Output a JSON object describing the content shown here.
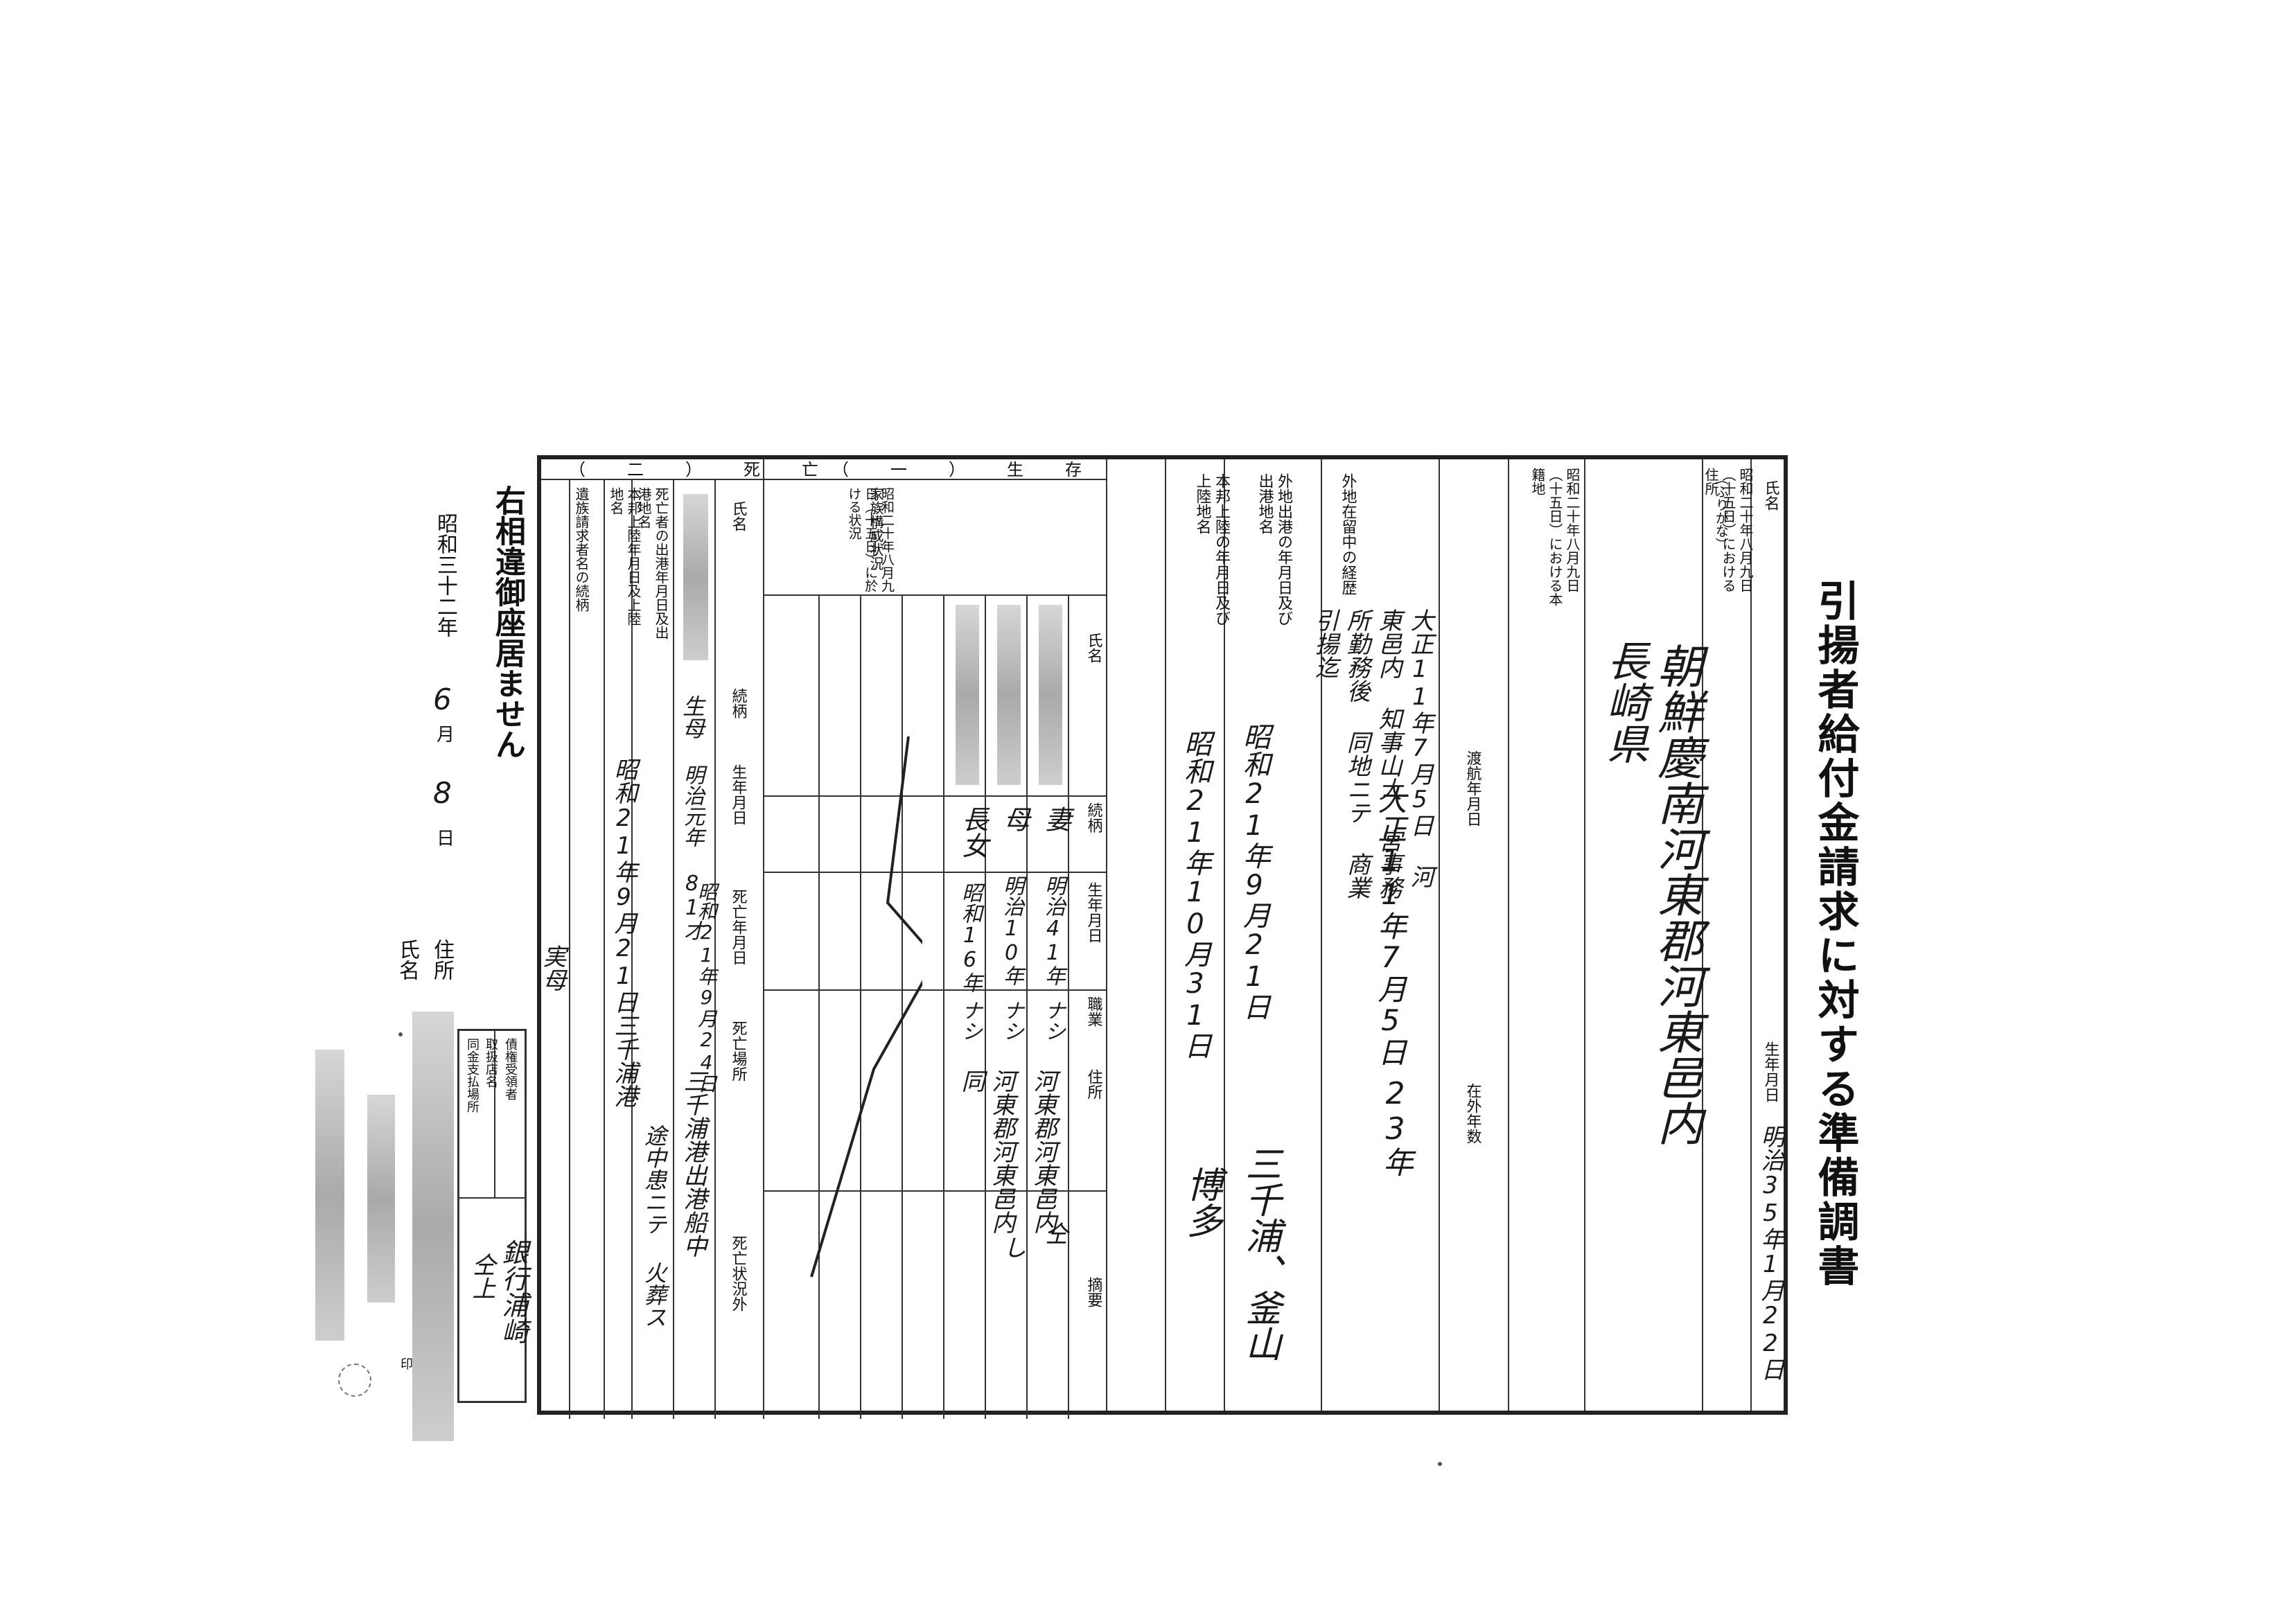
{
  "document_title": "引揚者給付金請求に対する準備調書",
  "header": {
    "name_label": "氏名",
    "furigana_label": "（ふりがな）",
    "birthdate_label": "生年月日",
    "birthdate_value": "明治35年1月22日",
    "address_label": "昭和二十年八月九日（十五日）における住所",
    "address_value": "朝鮮慶南河東郡河東邑内",
    "domicile_label": "昭和二十年八月九日（十五日）における本籍地",
    "domicile_value": "長崎県",
    "emigration_label": "渡航年月日",
    "emigration_value": "大正11年7月5日",
    "years_abroad_label": "在外年数",
    "years_abroad_value": "23年",
    "overseas_history_label": "外地在留中の経歴",
    "overseas_history_value": "大正11年7月5日 河東邑内 知事山大 宮事務所勤務後 同地ニテ 商業引揚迄",
    "departure_label": "外地出港の年月日及び出港地名",
    "departure_date": "昭和21年9月21日",
    "departure_port": "三千浦、釜山",
    "arrival_label": "本邦上陸の年月日及び上陸地名",
    "arrival_date": "昭和21年10月31日",
    "arrival_port": "博多"
  },
  "section_living": {
    "title": "（一）生存",
    "family_label": "家族構成状況",
    "situation_label": "昭和二十年八月九日（十五日）に於ける状況",
    "columns": [
      "氏名",
      "続柄",
      "生年月日",
      "職業",
      "住所",
      "摘要"
    ],
    "rows": [
      {
        "relation": "妻",
        "birth": "明治41年",
        "occupation": "ナシ",
        "address": "河東郡河東邑内",
        "note": "仝"
      },
      {
        "relation": "母",
        "birth": "明治10年",
        "occupation": "ナシ",
        "address": "河東郡河東邑内",
        "note": "し"
      },
      {
        "relation": "長女",
        "birth": "昭和16年",
        "occupation": "ナシ",
        "address": "同",
        "note": ""
      }
    ]
  },
  "section_dead": {
    "title": "（二）死亡",
    "columns": [
      "氏名",
      "続柄",
      "生年月日",
      "死亡年月日",
      "死亡場所",
      "死亡状況外"
    ],
    "row": {
      "relation": "生母",
      "birth": "明治元年 81才",
      "death_date": "昭和21年9月24日",
      "death_place": "三千浦港出港船中",
      "death_situation": "途中患ニテ 火葬ス"
    },
    "departure_label": "死亡者の出港年月日及出港地名",
    "departure_value": "昭和21年9月21日三千浦港",
    "arrival_label": "本邦上陸年月日及上陸地名",
    "claimant_label": "遺族請求者名の続柄",
    "claimant_value": "実母"
  },
  "footer": {
    "statement": "右相違御座居ません",
    "date_label": "昭和三十二年",
    "date_month": "6",
    "month_char": "月",
    "date_day": "8",
    "day_char": "日",
    "address_label": "住所",
    "name_label": "氏名",
    "recipient_labels": [
      "債権受領者",
      "取扱店名",
      "同金支払場所"
    ],
    "recipient_values": [
      "仝上",
      "銀行浦崎"
    ],
    "seal": "印"
  }
}
